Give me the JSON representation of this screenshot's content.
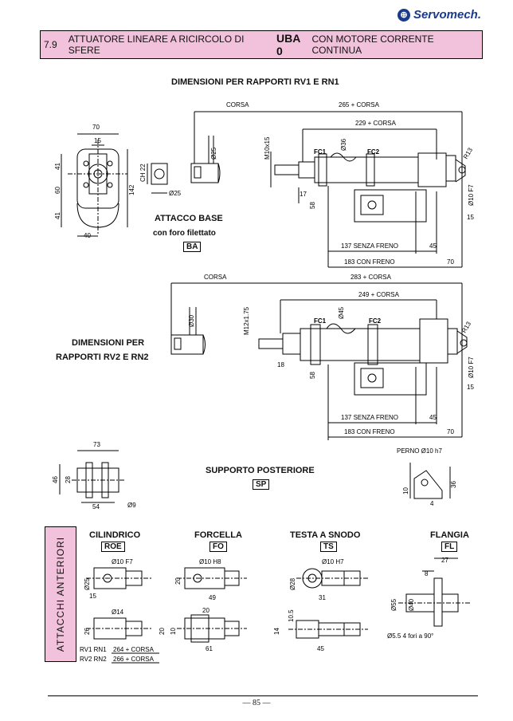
{
  "brand": {
    "name": "Servomech."
  },
  "banner": {
    "section": "7.9",
    "title_pre": "ATTUATORE LINEARE A RICIRCOLO DI SFERE",
    "model": "UBA 0",
    "title_post": "CON MOTORE CORRENTE CONTINUA"
  },
  "section1": {
    "heading": "DIMENSIONI PER RAPPORTI RV1 E RN1"
  },
  "section2": {
    "heading_line1": "DIMENSIONI PER",
    "heading_line2": "RAPPORTI RV2 E RN2"
  },
  "attacco_base": {
    "title": "ATTACCO BASE",
    "subtitle": "con foro filettato",
    "code": "BA"
  },
  "supporto": {
    "title": "SUPPORTO POSTERIORE",
    "code": "SP",
    "perno": "PERNO Ø10 h7"
  },
  "side_label": "ATTACCHI ANTERIORI",
  "attachments": [
    {
      "title": "CILINDRICO",
      "code": "ROE"
    },
    {
      "title": "FORCELLA",
      "code": "FO"
    },
    {
      "title": "TESTA A SNODO",
      "code": "TS"
    },
    {
      "title": "FLANGIA",
      "code": "FL"
    }
  ],
  "dims1": {
    "corsa": "CORSA",
    "d265": "265 + CORSA",
    "d229": "229 + CORSA",
    "d137": "137 SENZA FRENO",
    "d183": "183  CON FRENO",
    "d45": "45",
    "d70": "70",
    "fc1": "FC1",
    "fc2": "FC2",
    "d36": "Ø36",
    "d25": "Ø25",
    "m": "M10x15",
    "d17": "17",
    "d58": "58",
    "d15": "15",
    "r13": "R13",
    "f7": "Ø10 F7",
    "d142": "142",
    "w70": "70",
    "w15": "15",
    "w40": "40",
    "ch": "CH 22",
    "h41a": "41",
    "h60": "60",
    "h41b": "41",
    "d25b": "Ø25"
  },
  "dims2": {
    "corsa": "CORSA",
    "d283": "283 + CORSA",
    "d249": "249 + CORSA",
    "d137": "137 SENZA FRENO",
    "d183": "183  CON FRENO",
    "d45": "45",
    "d70": "70",
    "fc1": "FC1",
    "fc2": "FC2",
    "d45c": "Ø45",
    "d30": "Ø30",
    "m": "M12x1.75",
    "d18": "18",
    "d58": "58",
    "d15": "15",
    "r13": "R13",
    "f7": "Ø10 F7"
  },
  "sp_dims": {
    "w73": "73",
    "h46": "46",
    "h28": "28",
    "w54": "54",
    "d9": "Ø9",
    "h10": "10",
    "w4": "4",
    "h36": "36"
  },
  "att_dims": {
    "roe": {
      "f7": "Ø10 F7",
      "d25": "Ø25",
      "d15": "15",
      "d14": "Ø14",
      "d26": "26"
    },
    "fo": {
      "h8": "Ø10 H8",
      "d20": "20",
      "d49": "49",
      "d20b": "20",
      "d20c": "20",
      "d10": "10",
      "d61": "61"
    },
    "ts": {
      "h7": "Ø10 H7",
      "d28": "Ø28",
      "d31": "31",
      "d14": "14",
      "d105": "10.5",
      "d45": "45"
    },
    "fl": {
      "d27": "27",
      "d8": "8",
      "d55": "Ø55",
      "d40": "Ø40",
      "holes": "Ø5.5 4 fori a 90°"
    }
  },
  "lengths": [
    {
      "ratio": "RV1 RN1",
      "value": "264 + CORSA"
    },
    {
      "ratio": "RV2 RN2",
      "value": "266 + CORSA"
    }
  ],
  "page_number": "— 85 —",
  "colors": {
    "banner_bg": "#f2c2dc",
    "brand": "#1a3a8a"
  }
}
